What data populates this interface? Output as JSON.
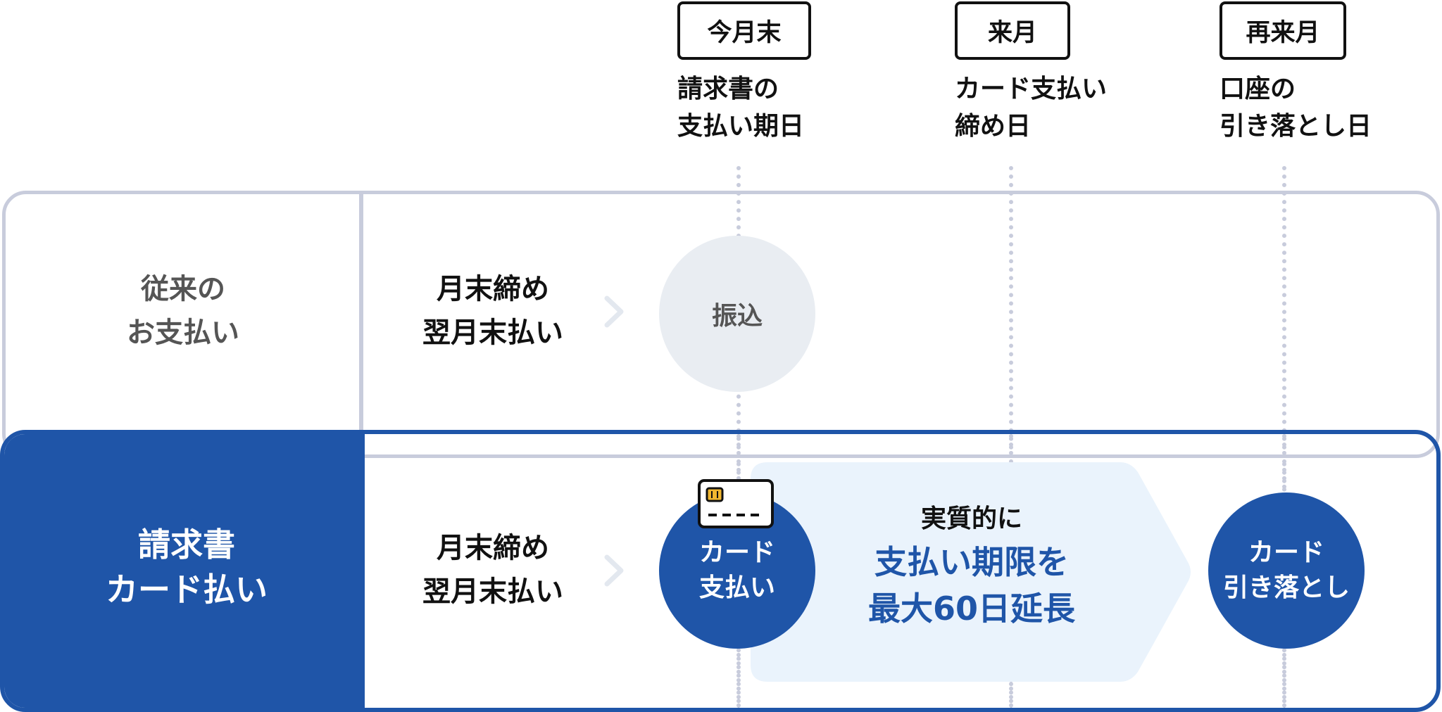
{
  "timeline": {
    "periods": [
      "今月末",
      "来月",
      "再来月"
    ],
    "events": [
      {
        "line1": "請求書の",
        "line2": "支払い期日"
      },
      {
        "line1": "カード支払い",
        "line2": "締め日"
      },
      {
        "line1": "口座の",
        "line2": "引き落とし日"
      }
    ]
  },
  "rows": {
    "traditional": {
      "title_line1": "従来の",
      "title_line2": "お支払い",
      "terms_line1": "月末締め",
      "terms_line2": "翌月末払い",
      "step_label": "振込"
    },
    "card": {
      "title_line1": "請求書",
      "title_line2": "カード払い",
      "terms_line1": "月末締め",
      "terms_line2": "翌月末払い",
      "pay_line1": "カード",
      "pay_line2": "支払い",
      "extension_lead": "実質的に",
      "extension_line1": "支払い期限を",
      "extension_line2": "最大60日延長",
      "debit_line1": "カード",
      "debit_line2": "引き落とし"
    }
  },
  "colors": {
    "brand_blue": "#1f55a8",
    "frame_gray": "#c8ccdc",
    "light_blue_band": "#eaf3fc",
    "transfer_circle": "#e9edf2",
    "chip_yellow": "#f1b72f"
  }
}
